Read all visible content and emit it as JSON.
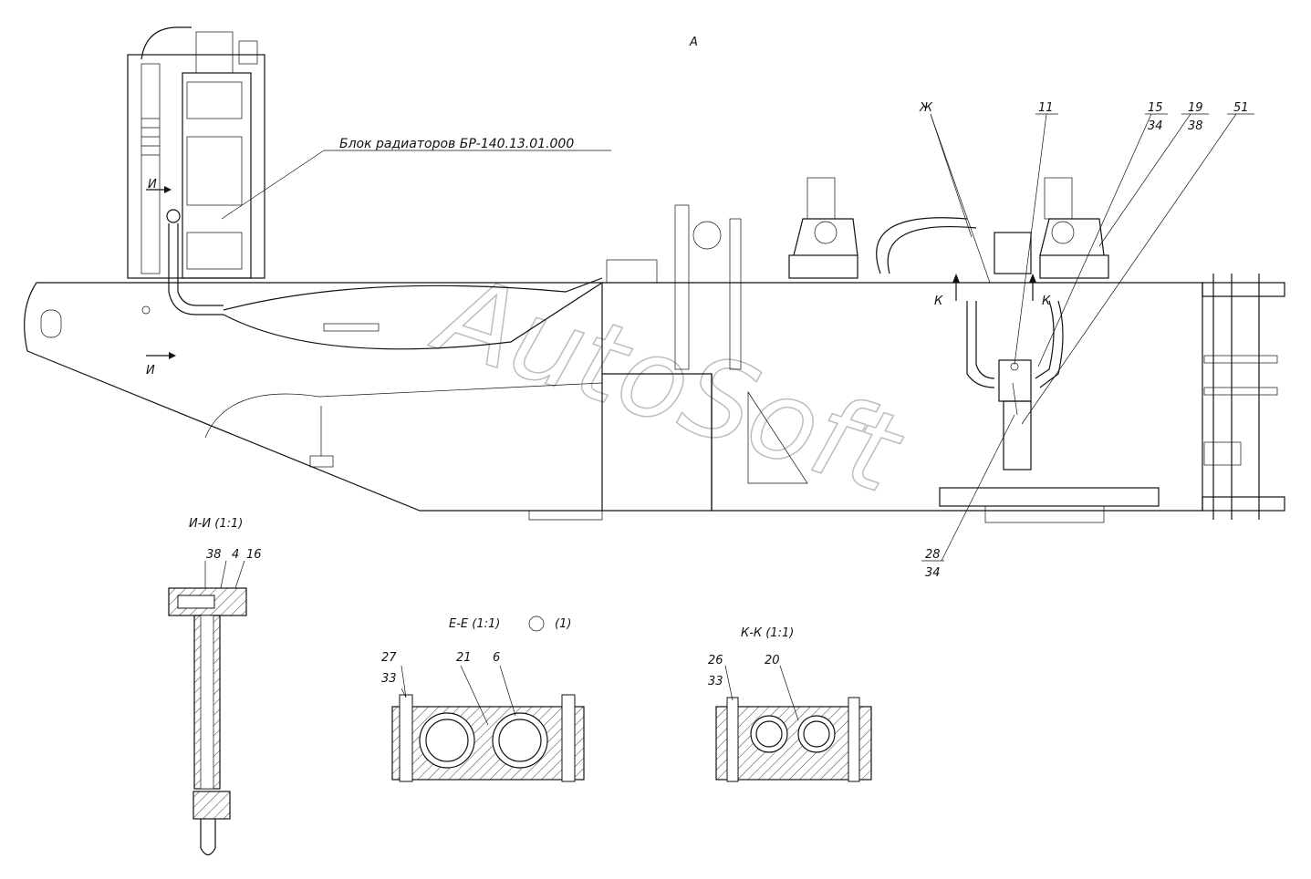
{
  "view_label": "А",
  "radiator_label": "Блок радиаторов БР-140.13.01.000",
  "section_marks": {
    "zh": "Ж",
    "k": "К",
    "i": "И"
  },
  "callouts": {
    "c11": "11",
    "c15": "15",
    "c34a": "34",
    "c19": "19",
    "c38a": "38",
    "c51": "51",
    "c28": "28",
    "c34b": "34"
  },
  "section_ii": {
    "title": "И-И (1:1)",
    "c38": "38",
    "c4": "4",
    "c16": "16"
  },
  "section_ee": {
    "title": "Е-Е (1:1)",
    "rot": "(1)",
    "c27": "27",
    "c33": "33",
    "c21": "21",
    "c6": "6"
  },
  "section_kk": {
    "title": "К-К (1:1)",
    "c26": "26",
    "c33": "33",
    "c20": "20"
  },
  "watermark": "AutoSoft"
}
